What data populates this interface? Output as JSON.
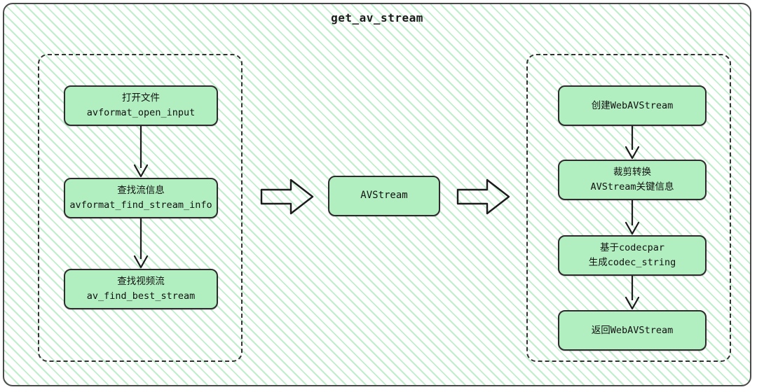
{
  "diagram": {
    "title": "get_av_stream",
    "colors": {
      "node_fill": "#b2efc0",
      "node_border": "#2c2c2c",
      "container_border": "#4a4a4a",
      "hatch_stripe": "#bfeecb",
      "group_border": "#333333"
    },
    "groups": [
      {
        "id": "group-left",
        "name": "ffmpeg-demux-group"
      },
      {
        "id": "group-right",
        "name": "webav-wrap-group"
      }
    ],
    "nodes": {
      "open_input": {
        "line1": "打开文件",
        "line2": "avformat_open_input"
      },
      "find_stream": {
        "line1": "查找流信息",
        "line2": "avformat_find_stream_info"
      },
      "best_stream": {
        "line1": "查找视频流",
        "line2": "av_find_best_stream"
      },
      "avstream": {
        "line1": "AVStream",
        "line2": ""
      },
      "create_webav": {
        "line1": "创建WebAVStream",
        "line2": ""
      },
      "crop_convert": {
        "line1": "裁剪转换",
        "line2": "AVStream关键信息"
      },
      "codec_string": {
        "line1": "基于codecpar",
        "line2": "生成codec_string"
      },
      "return_webav": {
        "line1": "返回WebAVStream",
        "line2": ""
      }
    },
    "connectors": [
      {
        "name": "arrow-open-to-find",
        "kind": "thin-down"
      },
      {
        "name": "arrow-find-to-best",
        "kind": "thin-down"
      },
      {
        "name": "arrow-left-to-avstream",
        "kind": "block-right"
      },
      {
        "name": "arrow-avstream-to-right",
        "kind": "block-right"
      },
      {
        "name": "arrow-create-to-crop",
        "kind": "thin-down"
      },
      {
        "name": "arrow-crop-to-codec",
        "kind": "thin-down"
      },
      {
        "name": "arrow-codec-to-return",
        "kind": "thin-down"
      }
    ]
  }
}
